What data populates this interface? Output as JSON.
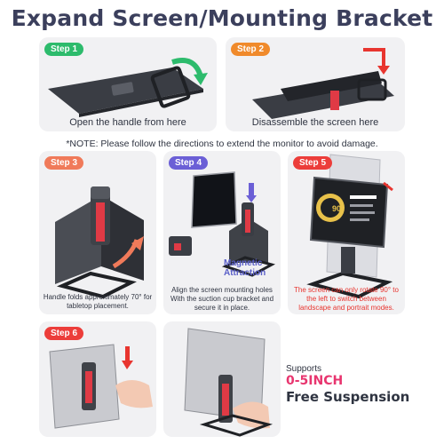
{
  "title": "Expand Screen/Mounting Bracket",
  "note": "*NOTE: Please follow the directions to extend the monitor to avoid damage.",
  "steps": [
    {
      "badge": "Step 1",
      "color": "#2dbb6c",
      "caption": "Open the handle from here"
    },
    {
      "badge": "Step 2",
      "color": "#f08a2b",
      "caption": "Disassemble the screen here"
    },
    {
      "badge": "Step 3",
      "color": "#f07a5a",
      "caption": "Handle folds approximately 70° for tabletop placement."
    },
    {
      "badge": "Step 4",
      "color": "#6b5fd6",
      "caption": "Align the screen mounting holes With the suction cup bracket and secure it in place."
    },
    {
      "badge": "Step 5",
      "color": "#ec3d3a",
      "caption": "The screen can only rotate 90° to the left to switch between landscape and portrait modes."
    },
    {
      "badge": "Step 6",
      "color": "#ec3d3a"
    }
  ],
  "magnetic_label": "Magnetic Attraction",
  "screen_text": "90°",
  "support": {
    "top": "Supports",
    "big": "0-5INCH",
    "bottom": "Free Suspension"
  }
}
